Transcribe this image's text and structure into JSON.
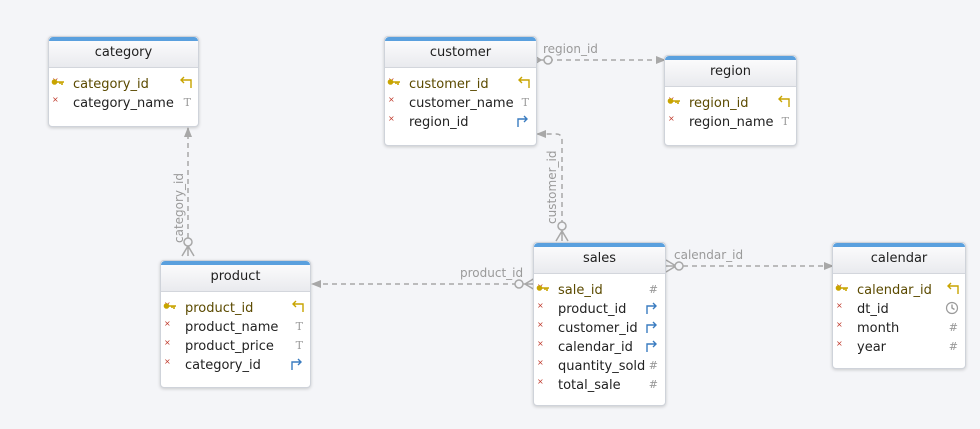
{
  "entities": {
    "category": {
      "title": "category",
      "columns": [
        {
          "name": "category_id",
          "pk": true,
          "type_icon": "primary-key-return-icon"
        },
        {
          "name": "category_name",
          "pk": false,
          "type_icon": "text-type-icon",
          "type_char": "T"
        }
      ]
    },
    "customer": {
      "title": "customer",
      "columns": [
        {
          "name": "customer_id",
          "pk": true,
          "type_icon": "primary-key-return-icon"
        },
        {
          "name": "customer_name",
          "pk": false,
          "type_icon": "text-type-icon",
          "type_char": "T"
        },
        {
          "name": "region_id",
          "pk": false,
          "type_icon": "foreign-key-arrow-icon"
        }
      ]
    },
    "region": {
      "title": "region",
      "columns": [
        {
          "name": "region_id",
          "pk": true,
          "type_icon": "primary-key-return-icon"
        },
        {
          "name": "region_name",
          "pk": false,
          "type_icon": "text-type-icon",
          "type_char": "T"
        }
      ]
    },
    "product": {
      "title": "product",
      "columns": [
        {
          "name": "product_id",
          "pk": true,
          "type_icon": "primary-key-return-icon"
        },
        {
          "name": "product_name",
          "pk": false,
          "type_icon": "text-type-icon",
          "type_char": "T"
        },
        {
          "name": "product_price",
          "pk": false,
          "type_icon": "text-type-icon",
          "type_char": "T"
        },
        {
          "name": "category_id",
          "pk": false,
          "type_icon": "foreign-key-arrow-icon"
        }
      ]
    },
    "sales": {
      "title": "sales",
      "columns": [
        {
          "name": "sale_id",
          "pk": true,
          "type_icon": "number-type-icon",
          "type_char": "#"
        },
        {
          "name": "product_id",
          "pk": false,
          "type_icon": "foreign-key-arrow-icon"
        },
        {
          "name": "customer_id",
          "pk": false,
          "type_icon": "foreign-key-arrow-icon"
        },
        {
          "name": "calendar_id",
          "pk": false,
          "type_icon": "foreign-key-arrow-icon"
        },
        {
          "name": "quantity_sold",
          "pk": false,
          "type_icon": "number-type-icon",
          "type_char": "#"
        },
        {
          "name": "total_sale",
          "pk": false,
          "type_icon": "number-type-icon",
          "type_char": "#"
        }
      ]
    },
    "calendar": {
      "title": "calendar",
      "columns": [
        {
          "name": "calendar_id",
          "pk": true,
          "type_icon": "primary-key-return-icon"
        },
        {
          "name": "dt_id",
          "pk": false,
          "type_icon": "clock-type-icon"
        },
        {
          "name": "month",
          "pk": false,
          "type_icon": "number-type-icon",
          "type_char": "#"
        },
        {
          "name": "year",
          "pk": false,
          "type_icon": "number-type-icon",
          "type_char": "#"
        }
      ]
    }
  },
  "relations": {
    "category_id": "category_id",
    "region_id": "region_id",
    "customer_id": "customer_id",
    "product_id": "product_id",
    "calendar_id": "calendar_id"
  },
  "colors": {
    "header_accent": "#5aa0de",
    "key_icon": "#c8a400",
    "fk_arrow": "#3a7cc0",
    "edge": "#a8a8a8",
    "not_null_mark": "#c0392b"
  }
}
